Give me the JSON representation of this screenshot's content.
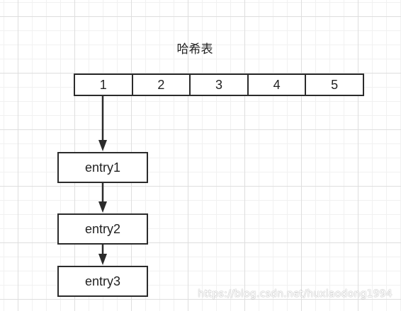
{
  "diagram": {
    "title": "哈希表",
    "buckets": [
      {
        "label": "1"
      },
      {
        "label": "2"
      },
      {
        "label": "3"
      },
      {
        "label": "4"
      },
      {
        "label": "5"
      }
    ],
    "entries": [
      {
        "label": "entry1"
      },
      {
        "label": "entry2"
      },
      {
        "label": "entry3"
      }
    ],
    "links": [
      {
        "from": "bucket-1",
        "to": "entry1"
      },
      {
        "from": "entry1",
        "to": "entry2"
      },
      {
        "from": "entry2",
        "to": "entry3"
      }
    ],
    "watermark": "https://blog.csdn.net/huxiaodong1994"
  }
}
